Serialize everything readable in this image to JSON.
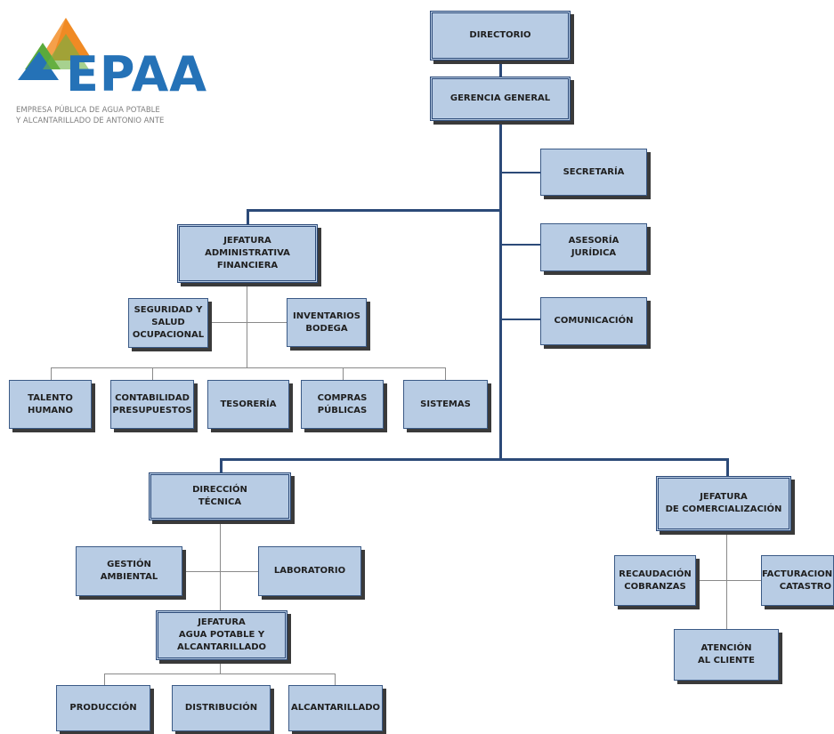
{
  "logo": {
    "title": "EPAA",
    "subtitle_lines": "EMPRESA PÚBLICA DE AGUA POTABLE\nY ALCANTARILLADO DE ANTONIO ANTE",
    "colors": {
      "orange": "#f08a24",
      "green": "#5aaa3c",
      "blue": "#2572b7"
    }
  },
  "colors": {
    "box_fill": "#b8cce4",
    "box_border": "#2c4a78",
    "shadow": "#3a3a3a",
    "connector": "#2c4a78"
  },
  "org": {
    "directorio": "DIRECTORIO",
    "gerencia_general": "GERENCIA GENERAL",
    "secretaria": "SECRETARÍA",
    "asesoria_juridica": "ASESORÍA\nJURÍDICA",
    "comunicacion": "COMUNICACIÓN",
    "jefatura_administrativa": "JEFATURA\nADMINISTRATIVA\nFINANCIERA",
    "seguridad": "SEGURIDAD Y\nSALUD\nOCUPACIONAL",
    "inventarios": "INVENTARIOS\nBODEGA",
    "talento_humano": "TALENTO\nHUMANO",
    "contabilidad": "CONTABILIDAD\nPRESUPUESTOS",
    "tesoreria": "TESORERÍA",
    "compras": "COMPRAS\nPÚBLICAS",
    "sistemas": "SISTEMAS",
    "direccion_tecnica": "DIRECCIÓN\nTÉCNICA",
    "gestion_ambiental": "GESTIÓN\nAMBIENTAL",
    "laboratorio": "LABORATORIO",
    "jefatura_agua": "JEFATURA\nAGUA POTABLE Y\nALCANTARILLADO",
    "produccion": "PRODUCCIÓN",
    "distribucion": "DISTRIBUCIÓN",
    "alcantarillado": "ALCANTARILLADO",
    "jefatura_comercializacion": "JEFATURA\nDE COMERCIALIZACIÓN",
    "recaudacion": "RECAUDACIÓN\nCOBRANZAS",
    "facturacion": "FACTURACION\nCATASTRO",
    "atencion_cliente": "ATENCIÓN\nAL CLIENTE"
  }
}
